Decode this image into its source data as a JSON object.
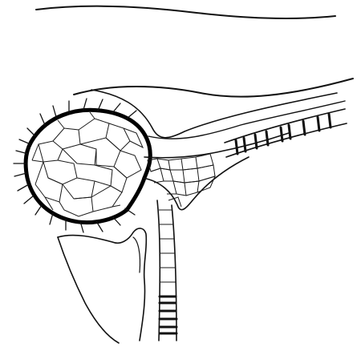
{
  "figure": {
    "style": "black ink line drawing on white",
    "ink_color": "#111111",
    "background_color": "#ffffff",
    "elements": [
      "upper-outline-line",
      "upper-membrane-curve",
      "rounded-cellular-body",
      "outer-dark-wall",
      "surface-hairs",
      "tapering-cellular-neck",
      "upper-banded-strand",
      "lower-banded-strand",
      "lower-lobe-outline"
    ]
  }
}
